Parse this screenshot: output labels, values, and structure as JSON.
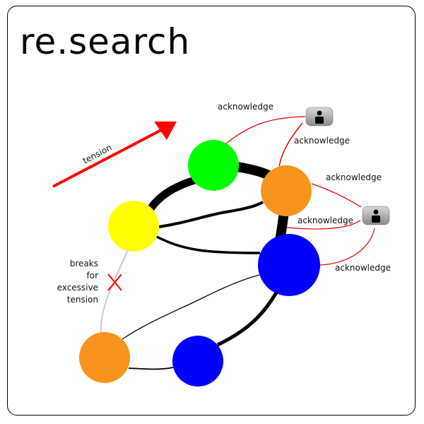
{
  "title": "re.search",
  "colors": {
    "green": "#00ff00",
    "orange": "#f7941d",
    "yellow": "#ffff00",
    "blue": "#0000ff",
    "tension_red": "#ff0000",
    "ack_red": "#ee0000",
    "broken_gray": "#cccccc",
    "edge": "#000000"
  },
  "legend": {
    "tension_label": "tension"
  },
  "nodes": [
    {
      "id": "green",
      "color": "green"
    },
    {
      "id": "orange-top",
      "color": "orange"
    },
    {
      "id": "yellow",
      "color": "yellow"
    },
    {
      "id": "blue-large",
      "color": "blue"
    },
    {
      "id": "orange-bottom",
      "color": "orange"
    },
    {
      "id": "blue-small",
      "color": "blue"
    }
  ],
  "people": [
    {
      "id": "person-1",
      "icon": "person-icon"
    },
    {
      "id": "person-2",
      "icon": "person-icon"
    }
  ],
  "edges": [
    {
      "from": "yellow",
      "to": "green",
      "weight": "heavy"
    },
    {
      "from": "green",
      "to": "orange-top",
      "weight": "heavy"
    },
    {
      "from": "orange-top",
      "to": "blue-large",
      "weight": "heavy"
    },
    {
      "from": "yellow",
      "to": "orange-top",
      "weight": "medium"
    },
    {
      "from": "yellow",
      "to": "blue-large",
      "weight": "medium"
    },
    {
      "from": "blue-large",
      "to": "blue-small",
      "weight": "heavy"
    },
    {
      "from": "orange-bottom",
      "to": "blue-large",
      "weight": "thin"
    },
    {
      "from": "orange-bottom",
      "to": "blue-small",
      "weight": "thin"
    },
    {
      "from": "yellow",
      "to": "orange-bottom",
      "weight": "broken"
    }
  ],
  "acknowledge_links": [
    {
      "from": "person-1",
      "to": "green",
      "label": "acknowledge"
    },
    {
      "from": "person-1",
      "to": "orange-top",
      "label": "acknowledge"
    },
    {
      "from": "person-2",
      "to": "orange-top",
      "label": "acknowledge"
    },
    {
      "from": "person-2",
      "to": "blue-large",
      "label": "acknowledge"
    },
    {
      "from": "person-2",
      "to": "blue-large",
      "label": "acknowledge"
    }
  ],
  "break_annotation": {
    "lines": [
      "breaks",
      "for",
      "excessive",
      "tension"
    ],
    "marker": "X"
  }
}
